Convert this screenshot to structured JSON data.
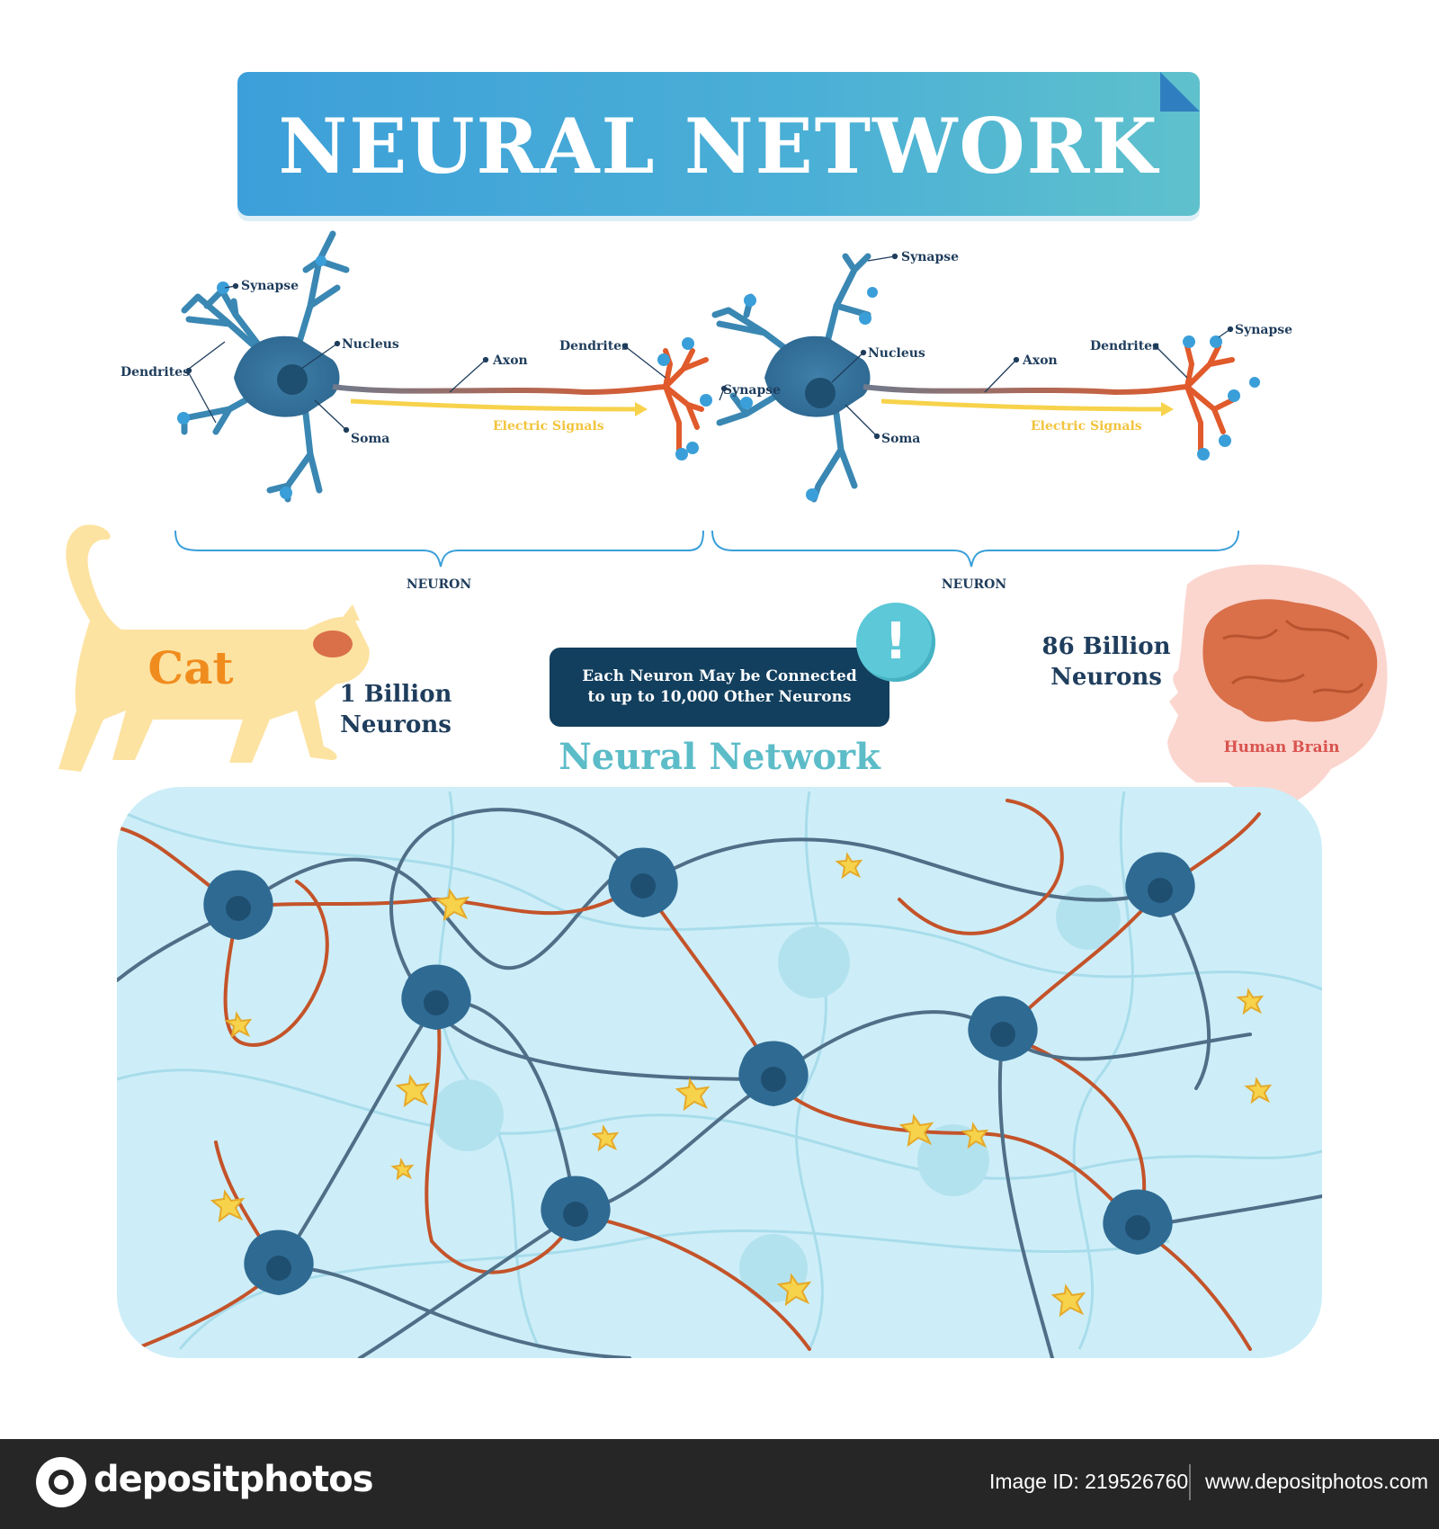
{
  "title": "NEURAL NETWORK",
  "neuron_labels": {
    "synapse": "Synapse",
    "nucleus": "Nucleus",
    "dendrites": "Dendrites",
    "axon": "Axon",
    "soma": "Soma",
    "electric_signals": "Electric Signals",
    "neuron": "NEURON"
  },
  "cat": {
    "label": "Cat",
    "count_line1": "1 Billion",
    "count_line2": "Neurons"
  },
  "human": {
    "count_line1": "86 Billion",
    "count_line2": "Neurons",
    "brain_label": "Human Brain"
  },
  "callout": {
    "line1": "Each Neuron May be Connected",
    "line2": "to up to 10,000 Other Neurons",
    "alert_symbol": "!"
  },
  "network_title": "Neural Network",
  "footer": {
    "brand": "depositphotos",
    "image_id": "Image ID: 219526760",
    "url": "www.depositphotos.com"
  },
  "colors": {
    "soma": "#3f7fa8",
    "dendrite": "#3a87b3",
    "axon_grey": "#6f7a8c",
    "axon_red": "#e05a2b",
    "signal": "#f7d24b",
    "network_bg": "#cdeef8",
    "cat": "#fde3a1",
    "cat_text": "#f08c1e",
    "brain": "#d9704a"
  }
}
